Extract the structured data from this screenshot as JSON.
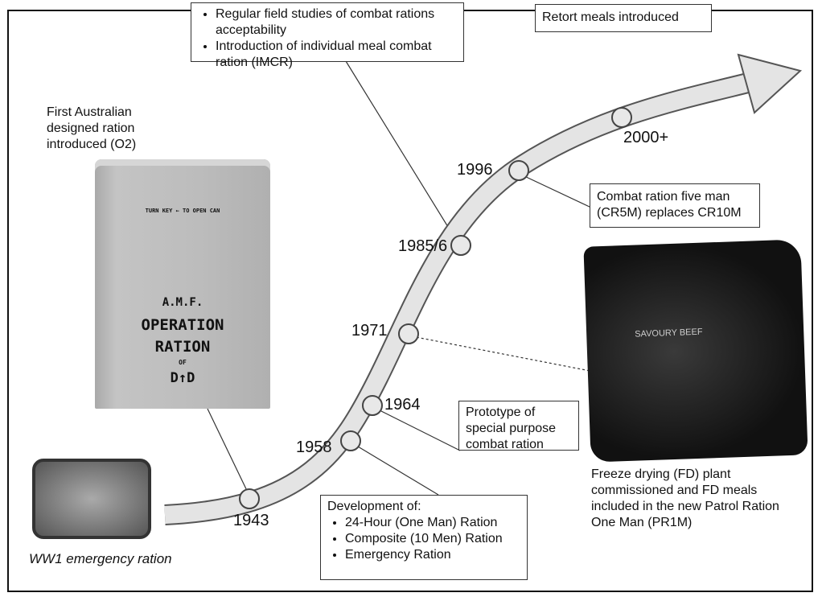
{
  "milestones": [
    {
      "year": "1943"
    },
    {
      "year": "1958"
    },
    {
      "year": "1964"
    },
    {
      "year": "1971"
    },
    {
      "year": "1985/6"
    },
    {
      "year": "1996"
    },
    {
      "year": "2000+"
    }
  ],
  "boxes": {
    "rcam": {
      "items": [
        "Regular field studies of combat rations acceptability",
        "Introduction of individual meal combat ration (IMCR)"
      ]
    },
    "retort": "Retort meals introduced",
    "cr5m": "Combat ration five man (CR5M) replaces CR10M",
    "prototype": "Prototype of special purpose combat ration",
    "development": {
      "title": "Development of:",
      "items": [
        "24-Hour (One Man) Ration",
        "Composite (10 Men) Ration",
        "Emergency Ration"
      ]
    }
  },
  "captions": {
    "o2": "First Australian designed ration introduced (O2)",
    "ww1": "WW1 emergency ration",
    "fd": "Freeze drying (FD) plant commissioned and FD meals included in the new Patrol Ration One Man (PR1M)"
  },
  "images": {
    "can": {
      "key_text": "TURN KEY ← TO OPEN CAN",
      "line1": "A.M.F.",
      "line2": "OPERATION",
      "line3": "RATION",
      "line4": "OF",
      "line5": "D↑D"
    },
    "bag": {
      "text": "SAVOURY BEEF"
    }
  },
  "colors": {
    "curve": "#e2e2e2",
    "outline": "#555555"
  }
}
